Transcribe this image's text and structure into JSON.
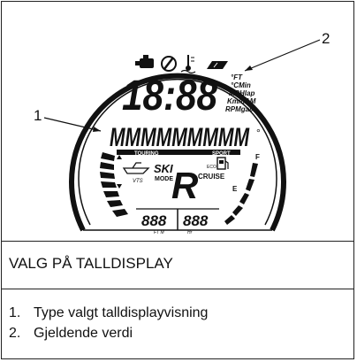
{
  "figure": {
    "callouts": [
      "1",
      "2"
    ],
    "display": {
      "main_digits": "18:88",
      "units_lines": [
        "°FT",
        "°CMin",
        "MPHlap",
        "Km/hAM",
        "RPMgal/h"
      ],
      "segment_text": "MMMMMMMMM",
      "degree_mark": "°",
      "modes": [
        "TOURING",
        "SPORT"
      ],
      "ski_label": "SKI",
      "mode_label": "MODE",
      "vts_label": "VTS",
      "gear_letter": "R",
      "cruise_label": "CRUISE",
      "eco_label": "ECO",
      "fuel_full": "F",
      "fuel_empty": "E",
      "bottom_left_digits": "888",
      "bottom_left_unit": "FT M",
      "bottom_right_digits": "888",
      "bottom_right_unit": "Hr"
    }
  },
  "caption": {
    "title": "VALG PÅ TALLDISPLAY"
  },
  "legend": [
    {
      "number": "1.",
      "text": "Type valgt talldisplayvisning"
    },
    {
      "number": "2.",
      "text": "Gjeldende verdi"
    }
  ]
}
